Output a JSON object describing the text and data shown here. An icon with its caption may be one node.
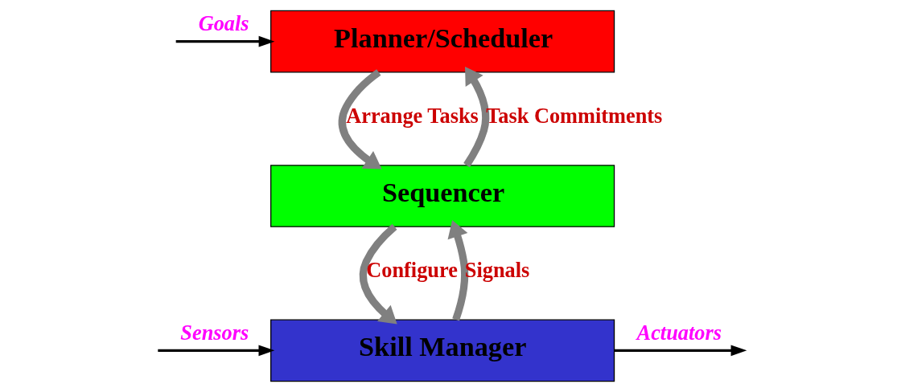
{
  "diagram": {
    "nodes": [
      {
        "text": [
          "Planner/Scheduler"
        ]
      },
      {
        "text": [
          "Sequencer"
        ]
      },
      {
        "text": [
          "Skill Manager"
        ]
      }
    ],
    "edges": [
      {
        "from": null,
        "to": 0,
        "arrow": "to",
        "label": "Goals",
        "color": "#000000"
      },
      {
        "from": 0,
        "to": 1,
        "arrow": "to",
        "label": "Arrange Tasks"
      },
      {
        "from": 1,
        "to": 0,
        "arrow": "to",
        "label": "Task Commitments"
      },
      {
        "from": 1,
        "to": 2,
        "arrow": "to",
        "label": "Configure"
      },
      {
        "from": 2,
        "to": 1,
        "arrow": "to",
        "label": "Signals"
      },
      {
        "from": 2,
        "to": null,
        "arrow": "to",
        "label": "Actuators",
        "color": "#000000"
      },
      {
        "from": null,
        "to": 2,
        "arrow": "to",
        "label": "Sensors",
        "color": "#000000"
      }
    ]
  }
}
